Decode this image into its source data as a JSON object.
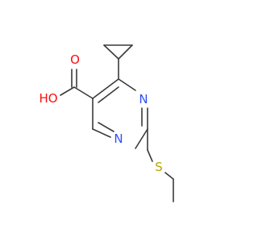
{
  "atoms": {
    "oxygen_carbonyl": "O",
    "hydroxyl": "HO",
    "nitrogen_3": "N",
    "nitrogen_1": "N",
    "sulfur": "S"
  },
  "colors": {
    "bond": "#3a3a3a",
    "oxygen": "#ff0d0d",
    "nitrogen": "#3050f8",
    "sulfur": "#b2a600"
  }
}
